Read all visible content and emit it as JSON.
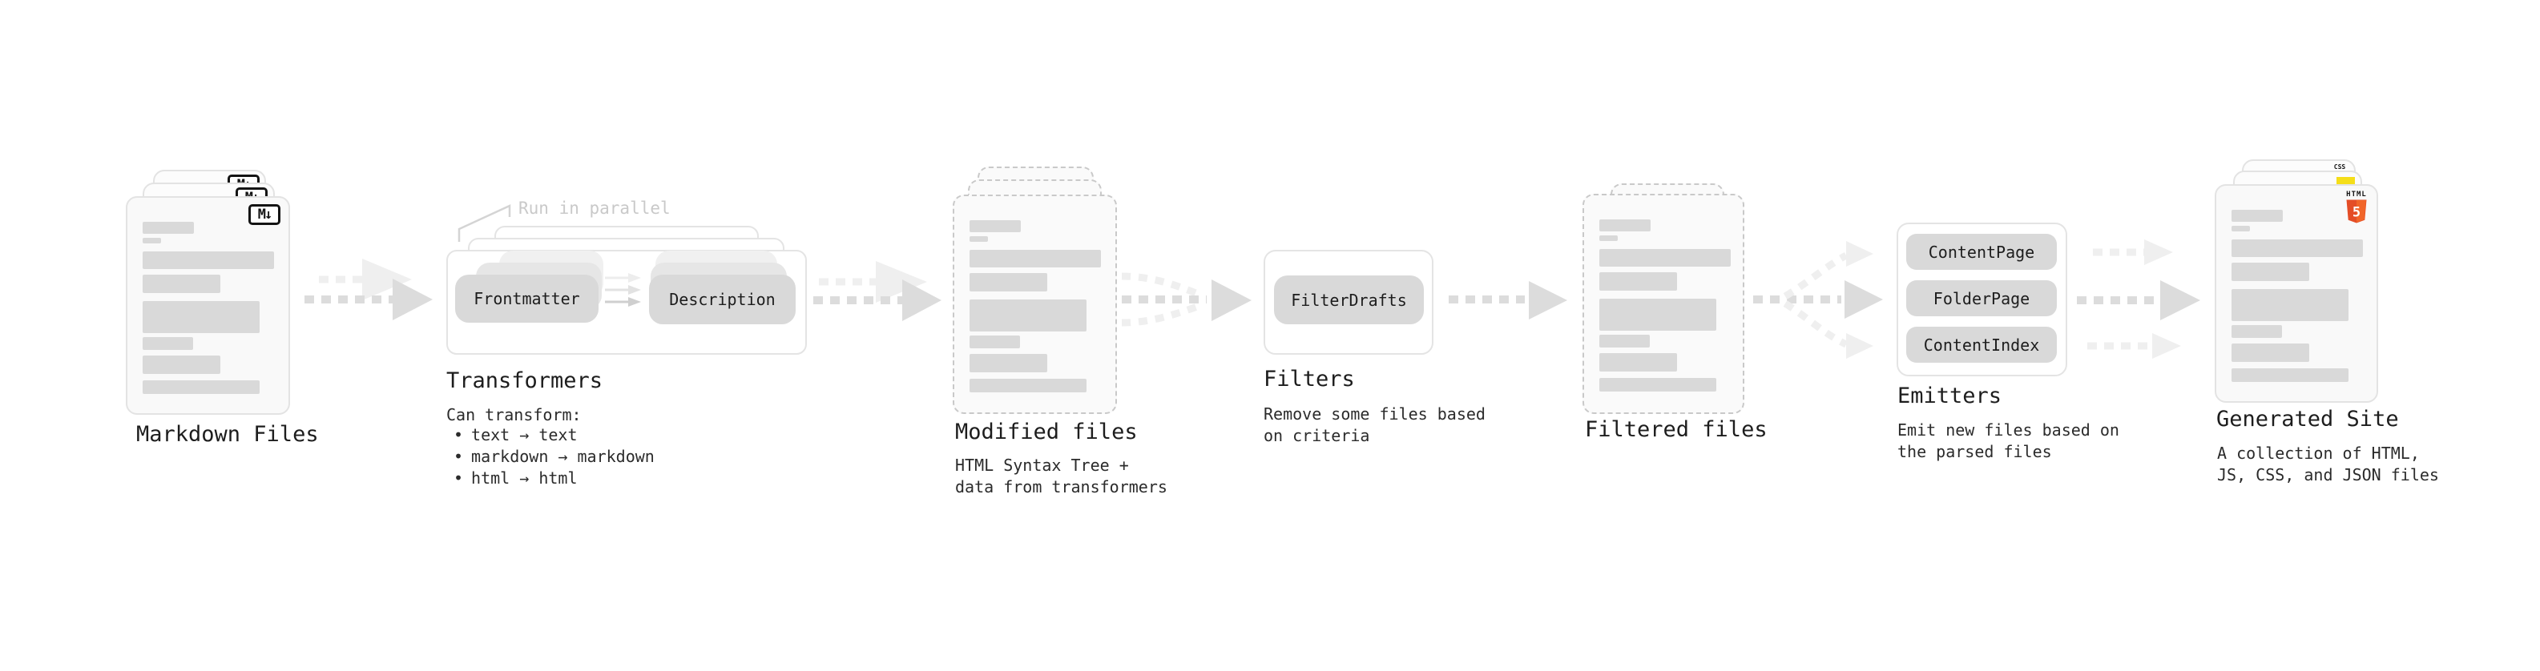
{
  "stages": {
    "markdown": {
      "label": "Markdown Files"
    },
    "transformers": {
      "title": "Transformers",
      "annotation": "Run in parallel",
      "left_pill": "Frontmatter",
      "right_pill": "Description",
      "desc_heading": "Can transform:",
      "bullets": [
        "text → text",
        "markdown → markdown",
        "html → html"
      ]
    },
    "modified": {
      "label": "Modified files",
      "desc_line1": "HTML Syntax Tree +",
      "desc_line2": "data from transformers"
    },
    "filters": {
      "title": "Filters",
      "pill": "FilterDrafts",
      "desc_line1": "Remove some files based",
      "desc_line2": "on criteria"
    },
    "filtered": {
      "label": "Filtered files"
    },
    "emitters": {
      "title": "Emitters",
      "pills": [
        "ContentPage",
        "FolderPage",
        "ContentIndex"
      ],
      "desc_line1": "Emit new files based on",
      "desc_line2": "the parsed files"
    },
    "generated": {
      "label": "Generated Site",
      "desc_line1": "A collection of HTML,",
      "desc_line2": "JS, CSS, and JSON files"
    }
  },
  "icons": {
    "markdown_badge": "M↓",
    "html5_text": "HTML",
    "html5_number": "5",
    "css_text": "CSS"
  },
  "colors": {
    "bar_gray": "#d9d9d9",
    "pill_gray": "#d9d9d9",
    "arrow_dark": "#dcdcdc",
    "arrow_faint": "#efefef",
    "html_orange": "#e44d26",
    "js_yellow": "#f5de19",
    "css_blue": "#2965f1"
  }
}
